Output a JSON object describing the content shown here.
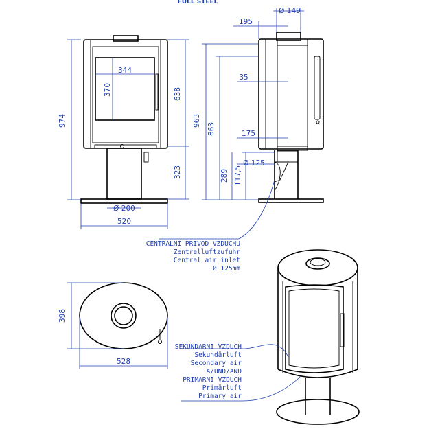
{
  "title": "FULL STEEL",
  "front_view": {
    "height_total": "974",
    "window_width": "344",
    "window_height": "370",
    "door_height": "638",
    "pedestal_height": "323",
    "outlet_diameter": "Ø 200",
    "base_width": "520"
  },
  "side_view": {
    "flue_diameter": "Ø 149",
    "flue_offset": "195",
    "height_top": "963",
    "height_flue_center": "863",
    "dim_35": "35",
    "dim_175": "175",
    "inlet_diameter": "Ø 125",
    "inlet_height_a": "117,5",
    "inlet_height_b": "289"
  },
  "top_view": {
    "depth": "398",
    "width": "528"
  },
  "central_air": {
    "line1": "CENTRALNI PRIVOD VZDUCHU",
    "line2": "Zentralluftzufuhr",
    "line3": "Central air inlet",
    "line4": "Ø 125mm"
  },
  "secondary_primary_air": {
    "line1": "SEKUNDARNI VZDUCH",
    "line2": "Sekundärluft",
    "line3": "Secondary air",
    "line4": "A/UND/AND",
    "line5": "PRIMARNI VZDUCH",
    "line6": "Primärluft",
    "line7": "Primary air"
  }
}
